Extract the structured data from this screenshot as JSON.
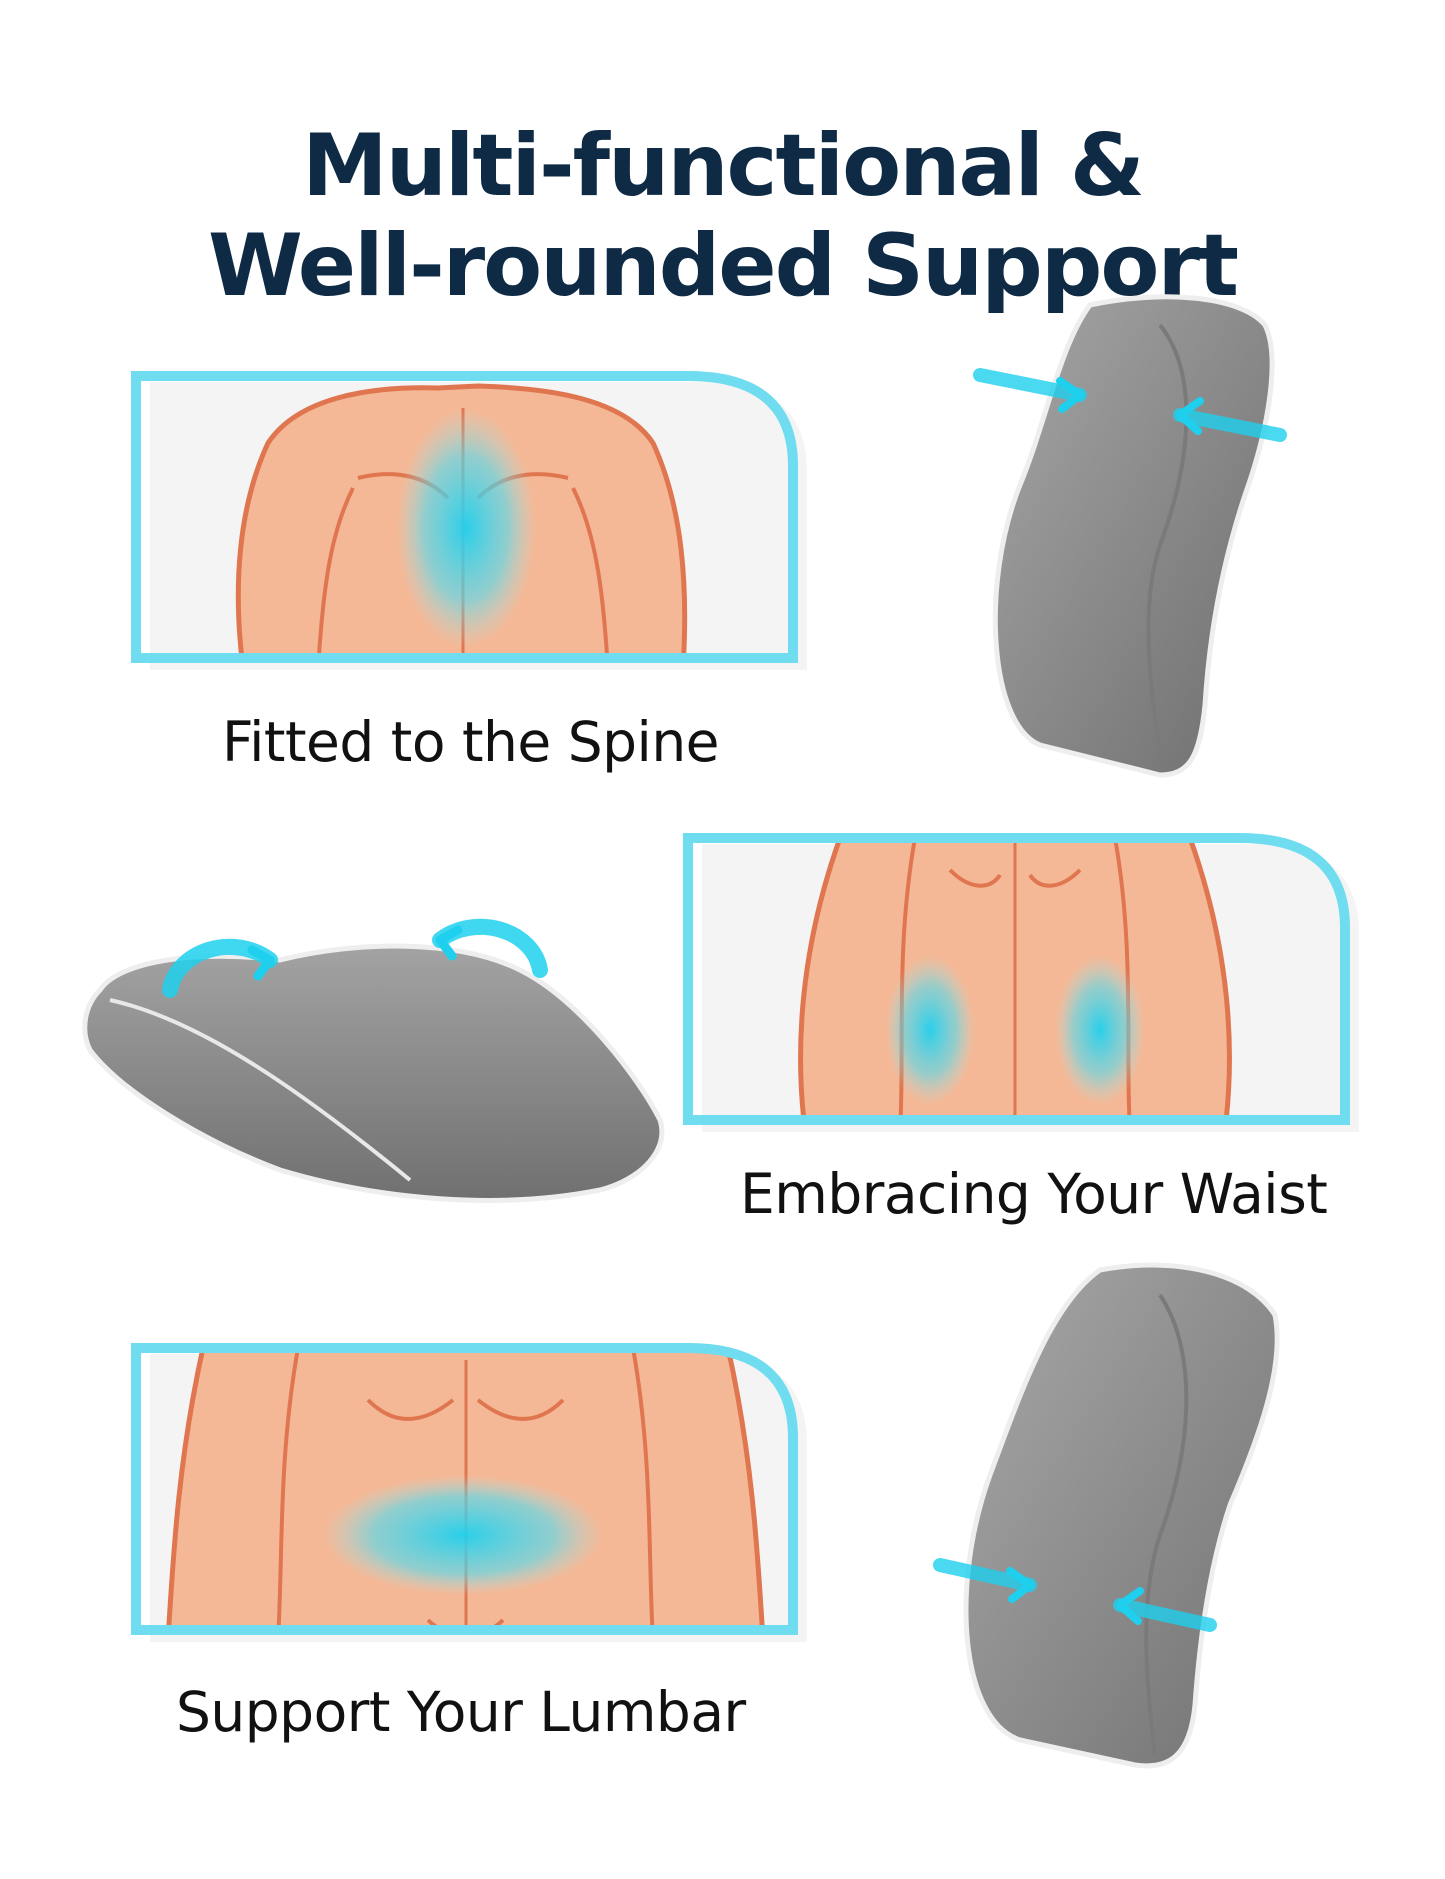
{
  "title": {
    "line1": "Multi-functional &",
    "line2": "Well-rounded Support"
  },
  "features": [
    {
      "caption": "Fitted to the Spine",
      "highlight": "upper back",
      "image": "back-cushion-side-view"
    },
    {
      "caption": "Embracing Your Waist",
      "highlight": "waist sides",
      "image": "cushion-flat-view"
    },
    {
      "caption": "Support Your Lumbar",
      "highlight": "lower back",
      "image": "back-cushion-front-view"
    }
  ],
  "colors": {
    "title": "#0f2a45",
    "frame": "#6fdcef",
    "skin": "#f4b896",
    "outline": "#e0764f",
    "glow": "#1fd0ee",
    "cushion": "#8f8f8f"
  }
}
